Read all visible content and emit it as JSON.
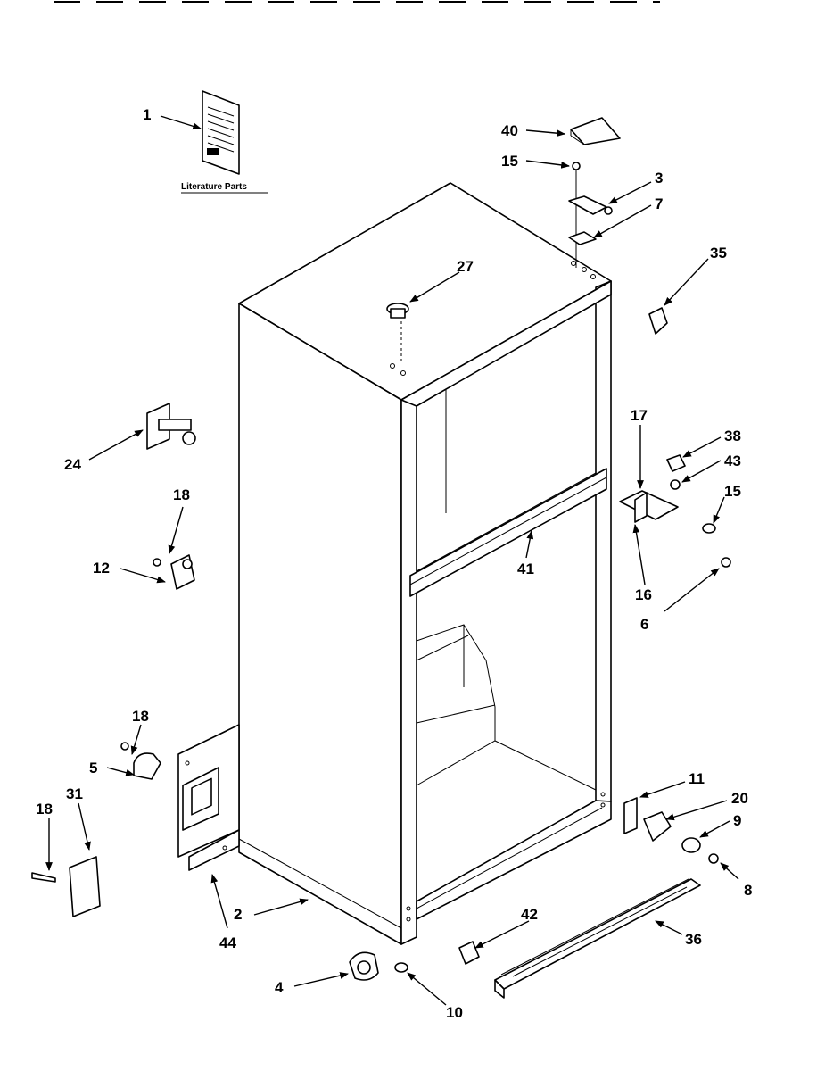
{
  "literature": {
    "caption": "Literature Parts"
  },
  "callouts": [
    "1",
    "2",
    "3",
    "4",
    "5",
    "6",
    "7",
    "8",
    "9",
    "10",
    "11",
    "12",
    "15",
    "15",
    "16",
    "17",
    "18",
    "18",
    "18",
    "20",
    "24",
    "27",
    "31",
    "35",
    "36",
    "38",
    "40",
    "41",
    "42",
    "43",
    "44"
  ]
}
